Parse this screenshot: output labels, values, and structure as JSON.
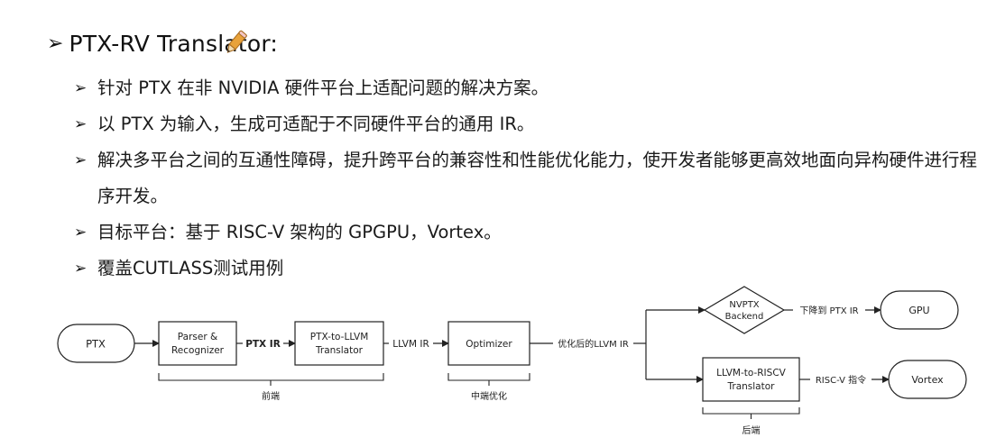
{
  "slide": {
    "title": "PTX-RV Translator:",
    "bullets": [
      "针对 PTX 在非 NVIDIA 硬件平台上适配问题的解决方案。",
      "以 PTX 为输入，生成可适配于不同硬件平台的通用 IR。",
      "解决多平台之间的互通性障碍，提升跨平台的兼容性和性能优化能力，使开发者能够更高效地面向异构硬件进行程序开发。",
      "目标平台：基于 RISC-V 架构的 GPGPU，Vortex。",
      "覆盖CUTLASS测试用例"
    ]
  },
  "diagram": {
    "nodes": {
      "ptx": "PTX",
      "parser_line1": "Parser &",
      "parser_line2": "Recognizer",
      "ptx2llvm_line1": "PTX-to-LLVM",
      "ptx2llvm_line2": "Translator",
      "optimizer": "Optimizer",
      "nvptx_line1": "NVPTX",
      "nvptx_line2": "Backend",
      "gpu": "GPU",
      "llvm2riscv_line1": "LLVM-to-RISCV",
      "llvm2riscv_line2": "Translator",
      "vortex": "Vortex"
    },
    "edges": {
      "ptx_ir": "PTX IR",
      "llvm_ir": "LLVM IR",
      "optimized_llvm_ir": "优化后的LLVM IR",
      "lower_to_ptx_ir": "下降到 PTX IR",
      "riscv_instructions": "RISC-V 指令"
    },
    "groups": {
      "frontend": "前端",
      "middle_end": "中端优化",
      "backend": "后端"
    }
  }
}
